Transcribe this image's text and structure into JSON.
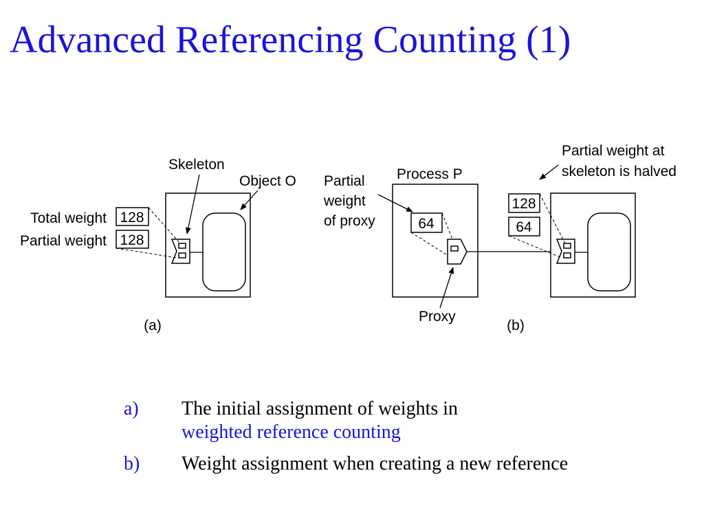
{
  "slide": {
    "title": "Advanced Referencing Counting (1)",
    "accent_color": "#1a14d8"
  },
  "diagram": {
    "left": {
      "skeleton_label": "Skeleton",
      "object_label": "Object O",
      "total_weight_label": "Total weight",
      "total_weight_value": "128",
      "partial_weight_label": "Partial weight",
      "partial_weight_value": "128",
      "caption": "(a)"
    },
    "right": {
      "process_label": "Process P",
      "partial_weight_proxy_label": [
        "Partial",
        "weight",
        "of proxy"
      ],
      "proxy_weight_value": "64",
      "proxy_label": "Proxy",
      "skeleton_note": [
        "Partial weight at",
        "skeleton is halved"
      ],
      "skeleton_total_value": "128",
      "skeleton_partial_value": "64",
      "caption": "(b)"
    }
  },
  "bullets": [
    {
      "marker": "a)",
      "text": "The initial assignment of weights in",
      "accent": "weighted reference counting"
    },
    {
      "marker": "b)",
      "text": "Weight assignment when creating a new reference",
      "accent": ""
    }
  ]
}
